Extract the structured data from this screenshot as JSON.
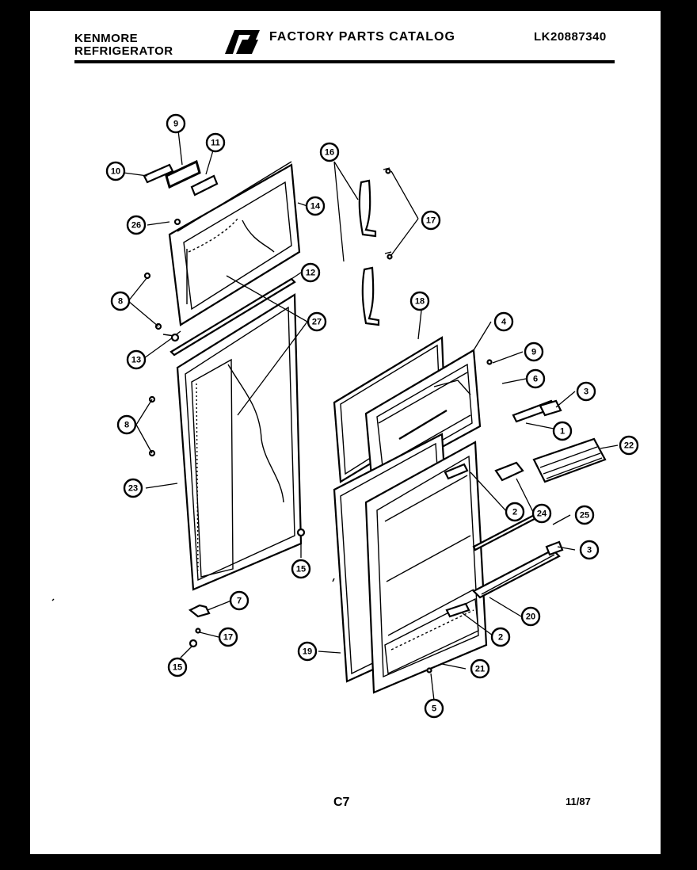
{
  "header": {
    "brand_name": "KENMORE",
    "product_type": "REFRIGERATOR",
    "catalog_title": "FACTORY PARTS CATALOG",
    "model_number": "LK20887340"
  },
  "footer": {
    "page_code": "C7",
    "date": "11/87"
  },
  "callouts": [
    {
      "id": "c9a",
      "label": "9"
    },
    {
      "id": "c11",
      "label": "11"
    },
    {
      "id": "c10",
      "label": "10"
    },
    {
      "id": "c14",
      "label": "14"
    },
    {
      "id": "c26",
      "label": "26"
    },
    {
      "id": "c8a",
      "label": "8"
    },
    {
      "id": "c13",
      "label": "13"
    },
    {
      "id": "c12",
      "label": "12"
    },
    {
      "id": "c27",
      "label": "27"
    },
    {
      "id": "c8b",
      "label": "8"
    },
    {
      "id": "c23",
      "label": "23"
    },
    {
      "id": "c15a",
      "label": "15"
    },
    {
      "id": "c7",
      "label": "7"
    },
    {
      "id": "c17b",
      "label": "17"
    },
    {
      "id": "c15b",
      "label": "15"
    },
    {
      "id": "c16",
      "label": "16"
    },
    {
      "id": "c17a",
      "label": "17"
    },
    {
      "id": "c18",
      "label": "18"
    },
    {
      "id": "c4",
      "label": "4"
    },
    {
      "id": "c9b",
      "label": "9"
    },
    {
      "id": "c6",
      "label": "6"
    },
    {
      "id": "c3a",
      "label": "3"
    },
    {
      "id": "c1",
      "label": "1"
    },
    {
      "id": "c22",
      "label": "22"
    },
    {
      "id": "c2a",
      "label": "2"
    },
    {
      "id": "c24",
      "label": "24"
    },
    {
      "id": "c25",
      "label": "25"
    },
    {
      "id": "c3b",
      "label": "3"
    },
    {
      "id": "c20",
      "label": "20"
    },
    {
      "id": "c2b",
      "label": "2"
    },
    {
      "id": "c19",
      "label": "19"
    },
    {
      "id": "c21",
      "label": "21"
    },
    {
      "id": "c5",
      "label": "5"
    }
  ]
}
